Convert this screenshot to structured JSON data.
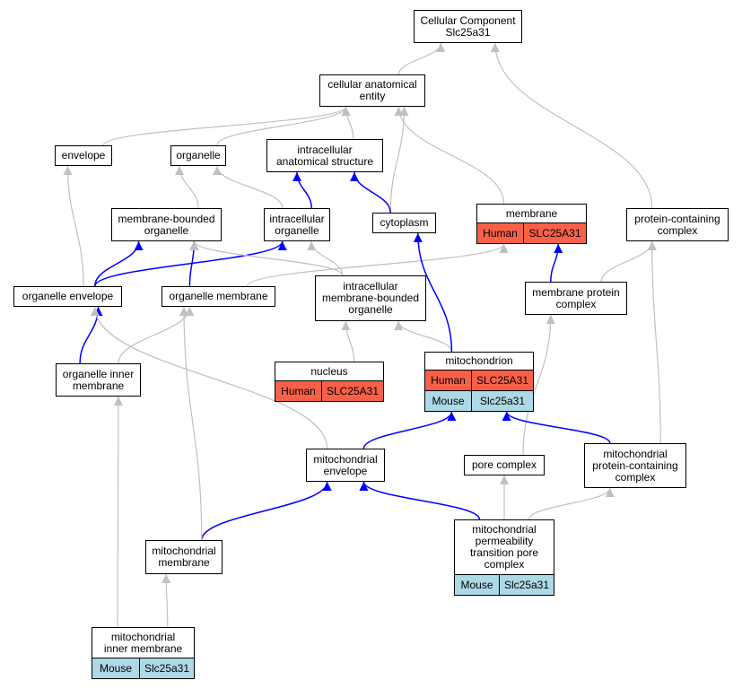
{
  "colors": {
    "gray_edge": "#c0c0c0",
    "blue_edge": "#0000ff",
    "human": "#fa6047",
    "mouse": "#add8e6"
  },
  "nodes": {
    "root": {
      "label": "Cellular Component\nSlc25a31"
    },
    "cae": {
      "label": "cellular anatomical\nentity"
    },
    "envelope": {
      "label": "envelope"
    },
    "organelle": {
      "label": "organelle"
    },
    "ias": {
      "label": "intracellular\nanatomical structure"
    },
    "mbo": {
      "label": "membrane-bounded\norganelle"
    },
    "io": {
      "label": "intracellular\norganelle"
    },
    "cytoplasm": {
      "label": "cytoplasm"
    },
    "membrane": {
      "label": "membrane",
      "species": "Human",
      "gene": "SLC25A31"
    },
    "pcc": {
      "label": "protein-containing\ncomplex"
    },
    "oenv": {
      "label": "organelle envelope"
    },
    "omem": {
      "label": "organelle membrane"
    },
    "imbo": {
      "label": "intracellular\nmembrane-bounded\norganelle"
    },
    "mpc": {
      "label": "membrane protein\ncomplex"
    },
    "oim": {
      "label": "organelle inner\nmembrane"
    },
    "nucleus": {
      "label": "nucleus",
      "species": "Human",
      "gene": "SLC25A31"
    },
    "mito": {
      "label": "mitochondrion",
      "rows": [
        {
          "species": "Human",
          "gene": "SLC25A31"
        },
        {
          "species": "Mouse",
          "gene": "Slc25a31"
        }
      ]
    },
    "menv": {
      "label": "mitochondrial\nenvelope"
    },
    "pore": {
      "label": "pore complex"
    },
    "mpcc": {
      "label": "mitochondrial\nprotein-containing\ncomplex"
    },
    "mmem": {
      "label": "mitochondrial\nmembrane"
    },
    "mptp": {
      "label": "mitochondrial\npermeability\ntransition pore\ncomplex",
      "species": "Mouse",
      "gene": "Slc25a31"
    },
    "mim": {
      "label": "mitochondrial\ninner membrane",
      "species": "Mouse",
      "gene": "Slc25a31"
    }
  },
  "edges": [
    {
      "from": "cae",
      "to": "root",
      "color": "gray"
    },
    {
      "from": "pcc",
      "to": "root",
      "color": "gray"
    },
    {
      "from": "envelope",
      "to": "cae",
      "color": "gray"
    },
    {
      "from": "organelle",
      "to": "cae",
      "color": "gray"
    },
    {
      "from": "ias",
      "to": "cae",
      "color": "gray"
    },
    {
      "from": "cytoplasm",
      "to": "cae",
      "color": "gray"
    },
    {
      "from": "membrane",
      "to": "cae",
      "color": "gray"
    },
    {
      "from": "mbo",
      "to": "organelle",
      "color": "gray"
    },
    {
      "from": "io",
      "to": "organelle",
      "color": "gray"
    },
    {
      "from": "io",
      "to": "ias",
      "color": "blue"
    },
    {
      "from": "cytoplasm",
      "to": "ias",
      "color": "blue"
    },
    {
      "from": "oenv",
      "to": "envelope",
      "color": "gray"
    },
    {
      "from": "oenv",
      "to": "mbo",
      "color": "blue"
    },
    {
      "from": "oenv",
      "to": "io",
      "color": "blue"
    },
    {
      "from": "omem",
      "to": "mbo",
      "color": "blue"
    },
    {
      "from": "omem",
      "to": "membrane",
      "color": "gray"
    },
    {
      "from": "imbo",
      "to": "mbo",
      "color": "gray"
    },
    {
      "from": "imbo",
      "to": "io",
      "color": "gray"
    },
    {
      "from": "mpc",
      "to": "membrane",
      "color": "blue"
    },
    {
      "from": "mpc",
      "to": "pcc",
      "color": "gray"
    },
    {
      "from": "oim",
      "to": "oenv",
      "color": "blue"
    },
    {
      "from": "oim",
      "to": "omem",
      "color": "gray"
    },
    {
      "from": "nucleus",
      "to": "imbo",
      "color": "gray"
    },
    {
      "from": "mito",
      "to": "imbo",
      "color": "gray"
    },
    {
      "from": "mito",
      "to": "cytoplasm",
      "color": "blue"
    },
    {
      "from": "menv",
      "to": "oenv",
      "color": "gray"
    },
    {
      "from": "menv",
      "to": "mito",
      "color": "blue"
    },
    {
      "from": "pore",
      "to": "mpc",
      "color": "gray"
    },
    {
      "from": "mpcc",
      "to": "mito",
      "color": "blue"
    },
    {
      "from": "mpcc",
      "to": "pcc",
      "color": "gray"
    },
    {
      "from": "mmem",
      "to": "menv",
      "color": "blue"
    },
    {
      "from": "mmem",
      "to": "omem",
      "color": "gray"
    },
    {
      "from": "mptp",
      "to": "menv",
      "color": "blue"
    },
    {
      "from": "mptp",
      "to": "pore",
      "color": "gray"
    },
    {
      "from": "mptp",
      "to": "mpcc",
      "color": "gray"
    },
    {
      "from": "mim",
      "to": "mmem",
      "color": "gray"
    },
    {
      "from": "mim",
      "to": "oim",
      "color": "gray"
    }
  ]
}
